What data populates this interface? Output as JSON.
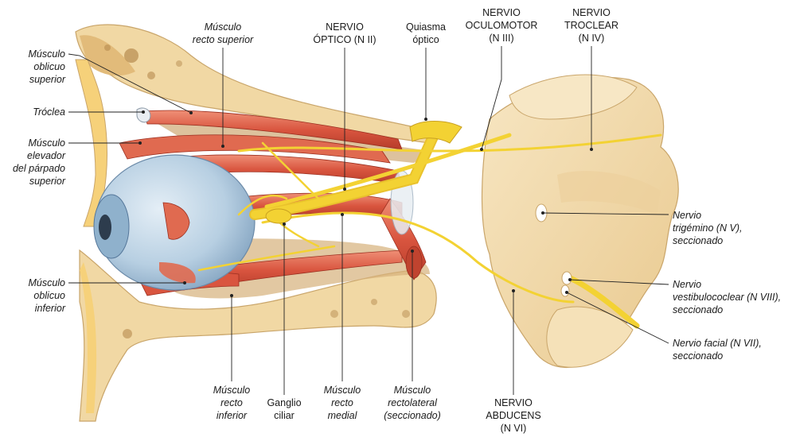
{
  "labels": {
    "oblicuo_superior": [
      "Músculo",
      "oblicuo",
      "superior"
    ],
    "troclea": [
      "Tróclea"
    ],
    "elevador": [
      "Músculo",
      "elevador",
      "del párpado",
      "superior"
    ],
    "oblicuo_inferior": [
      "Músculo",
      "oblicuo",
      "inferior"
    ],
    "recto_superior": [
      "Músculo",
      "recto superior"
    ],
    "nervio_optico": [
      "NERVIO",
      "ÓPTICO (N II)"
    ],
    "quiasma": [
      "Quiasma",
      "óptico"
    ],
    "oculomotor": [
      "NERVIO",
      "OCULOMOTOR",
      "(N III)"
    ],
    "troclear": [
      "NERVIO",
      "TROCLEAR",
      "(N IV)"
    ],
    "trigemino": [
      "Nervio",
      "trigémino (N V),",
      "seccionado"
    ],
    "vestibulococlear": [
      "Nervio",
      "vestibulococlear (N VIII),",
      "seccionado"
    ],
    "facial": [
      "Nervio facial (N VII),",
      "seccionado"
    ],
    "recto_inferior": [
      "Músculo",
      "recto",
      "inferior"
    ],
    "ganglio": [
      "Ganglio",
      "ciliar"
    ],
    "recto_medial": [
      "Músculo",
      "recto",
      "medial"
    ],
    "recto_lateral": [
      "Músculo",
      "rectolateral",
      "(seccionado)"
    ],
    "abducens": [
      "NERVIO",
      "ABDUCENS",
      "(N VI)"
    ]
  },
  "colors": {
    "bone": "#f1d8a4",
    "bone_dark": "#c9a56a",
    "muscle": "#d9553f",
    "muscle_light": "#ef8f76",
    "nerve": "#f3d233",
    "eye": "#bcd4e6",
    "brain": "#f4dcae"
  }
}
